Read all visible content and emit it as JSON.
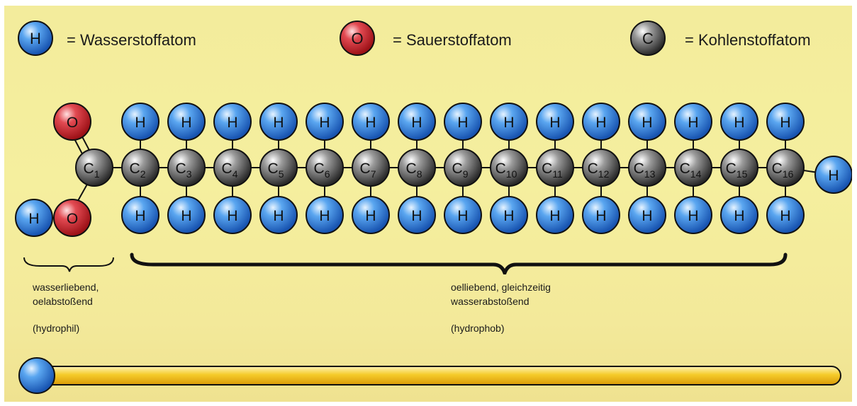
{
  "legend": [
    {
      "symbol": "H",
      "text": "= Wasserstoffatom",
      "color": "#3a8be0"
    },
    {
      "symbol": "O",
      "text": "= Sauerstoffatom",
      "color": "#d8313a"
    },
    {
      "symbol": "C",
      "text": "= Kohlenstoffatom",
      "color": "#7a7a7a"
    }
  ],
  "molecule": {
    "carbons": [
      "1",
      "2",
      "3",
      "4",
      "5",
      "6",
      "7",
      "8",
      "9",
      "10",
      "11",
      "12",
      "13",
      "14",
      "15",
      "16"
    ],
    "carbon_letter": "C",
    "hydrogen_letter": "H",
    "oxygen_letter": "O"
  },
  "labels": {
    "hydrophil_line1": "wasserliebend,",
    "hydrophil_line2": "oelabstoßend",
    "hydrophil_term": "(hydrophil)",
    "hydrophob_line1": "oelliebend, gleichzeitig",
    "hydrophob_line2": "wasserabstoßend",
    "hydrophob_term": "(hydrophob)"
  },
  "colors": {
    "hydrogen": "#3a8be0",
    "oxygen": "#d8313a",
    "carbon": "#7a7a7a",
    "background": "#f4ed9d",
    "tail": "#f2c21a"
  }
}
